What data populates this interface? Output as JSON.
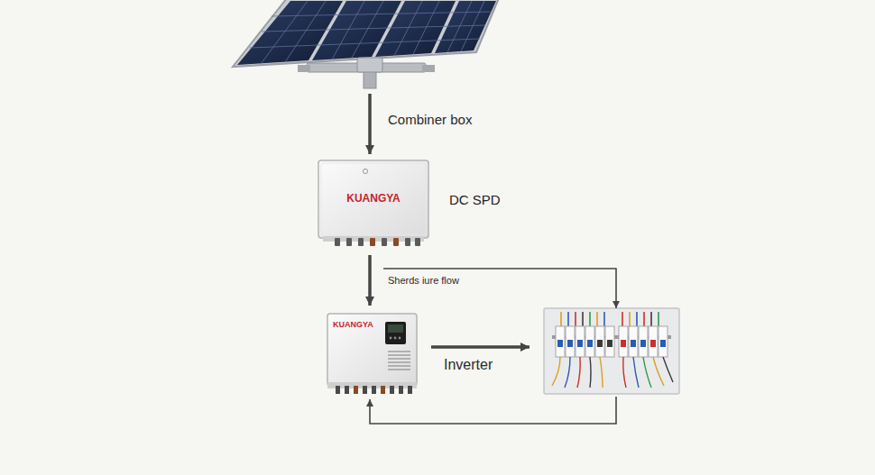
{
  "diagram": {
    "nodes": [
      {
        "text": []
      },
      {
        "text": [
          "KUANGYA",
          "DC SPD"
        ]
      },
      {
        "text": [
          "KUANGYA"
        ]
      },
      {
        "text": []
      }
    ],
    "edges": [
      {
        "from": 0,
        "to": 1,
        "arrow": "to",
        "label": "Combiner box"
      },
      {
        "from": 1,
        "to": 2,
        "arrow": "to"
      },
      {
        "from": 1,
        "to": 3,
        "arrow": "to",
        "label": "Sherds iure flow"
      },
      {
        "from": 2,
        "to": 3,
        "arrow": "to",
        "label": "Inverter"
      },
      {
        "from": 3,
        "to": 2,
        "arrow": "to"
      }
    ]
  }
}
